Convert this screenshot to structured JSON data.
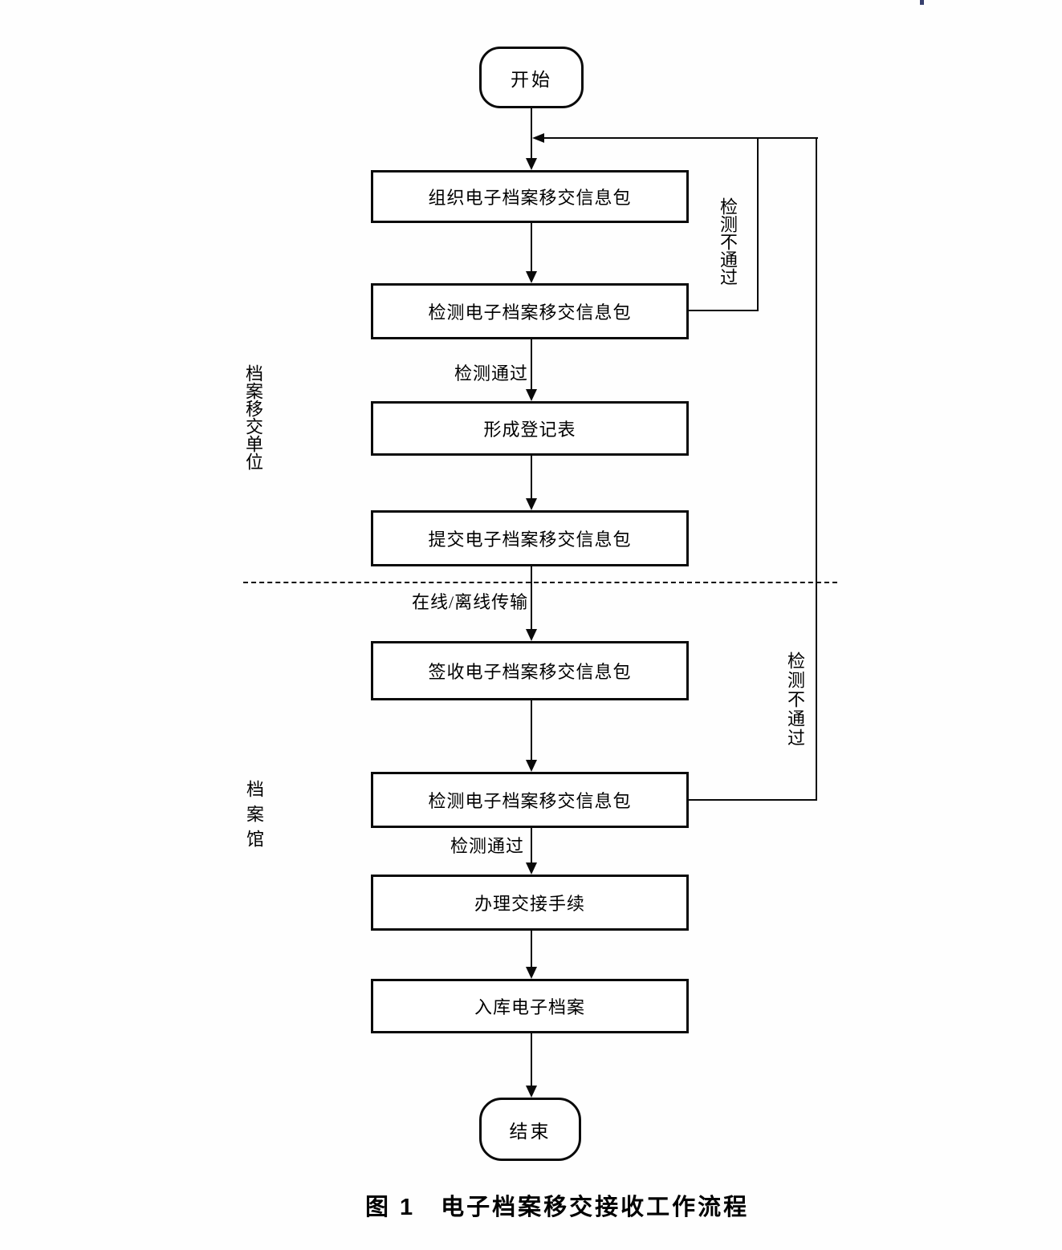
{
  "figure": {
    "start_label": "开始",
    "end_label": "结束",
    "caption": "图 1　电子档案移交接收工作流程",
    "boxes": {
      "organize": "组织电子档案移交信息包",
      "check_upper": "检测电子档案移交信息包",
      "register": "形成登记表",
      "submit": "提交电子档案移交信息包",
      "receive": "签收电子档案移交信息包",
      "check_lower": "检测电子档案移交信息包",
      "handover": "办理交接手续",
      "store": "入库电子档案"
    },
    "edge_labels": {
      "pass_upper": "检测通过",
      "pass_lower": "检测通过",
      "fail_upper": "检测不通过",
      "fail_lower": "检测不通过",
      "transmission": "在线/离线传输"
    },
    "lanes": {
      "transfer_unit": "档案移交单位",
      "archives": "档案馆"
    }
  }
}
